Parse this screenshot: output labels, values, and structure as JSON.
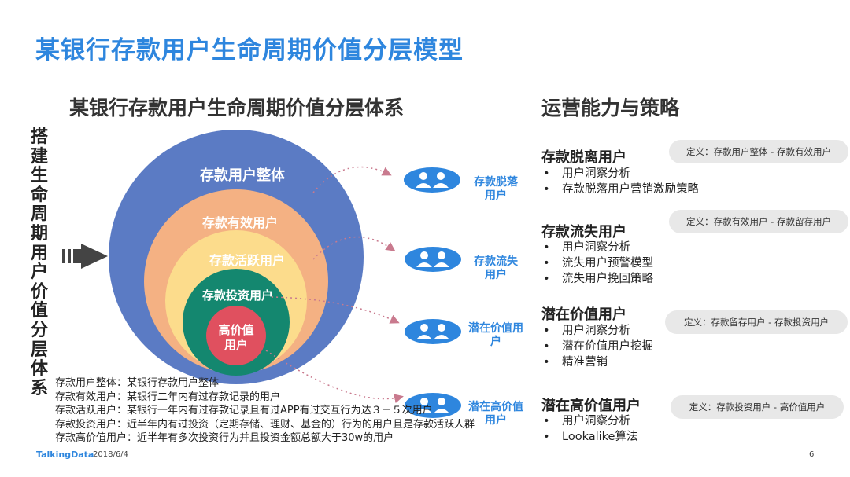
{
  "title": "某银行存款用户生命周期价值分层模型",
  "left_heading": "某银行存款用户生命周期价值分层体系",
  "right_heading": "运营能力与策略",
  "vertical_label": "搭建生命周期用户价值分层体系",
  "circles": [
    {
      "label": "存款用户整体",
      "color": "#5b7bc4"
    },
    {
      "label": "存款有效用户",
      "color": "#f4b183"
    },
    {
      "label": "存款活跃用户",
      "color": "#fcdc8c"
    },
    {
      "label": "存款投资用户",
      "color": "#14876f"
    },
    {
      "label": "高价值",
      "label2": "用户",
      "color": "#e0505f"
    }
  ],
  "segments": [
    {
      "line1": "存款脱落",
      "line2": "用户"
    },
    {
      "line1": "存款流失",
      "line2": "用户"
    },
    {
      "line1": "潜在价值用",
      "line2": "户"
    },
    {
      "line1": "潜在高价值",
      "line2": "用户"
    }
  ],
  "strategies": [
    {
      "title": "存款脱离用户",
      "definition": "定义：存款用户整体 - 存款有效用户",
      "items": [
        "用户洞察分析",
        "存款脱落用户营销激励策略"
      ]
    },
    {
      "title": "存款流失用户",
      "definition": "定义：存款有效用户 - 存款留存用户",
      "items": [
        "用户洞察分析",
        "流失用户预警模型",
        "流失用户挽回策略"
      ]
    },
    {
      "title": "潜在价值用户",
      "definition": "定义：存款留存用户 - 存款投资用户",
      "items": [
        "用户洞察分析",
        "潜在价值用户挖掘",
        "精准营销"
      ]
    },
    {
      "title": "潜在高价值用户",
      "definition": "定义：存款投资用户 - 高价值用户",
      "items": [
        "用户洞察分析",
        "Lookalike算法"
      ]
    }
  ],
  "definitions": [
    "存款用户整体：某银行存款用户整体",
    "存款有效用户：某银行二年内有过存款记录的用户",
    "存款活跃用户：某银行一年内有过存款记录且有过APP有过交互行为达３－５次用户",
    "存款投资用户：近半年内有过投资（定期存储、理财、基金的）行为的用户且是存款活跃人群",
    "存款高价值用户：近半年有多次投资行为并且投资金额总额大于30w的用户"
  ],
  "footer": {
    "logo": "TalkingData",
    "date": "2018/6/4",
    "page": "6"
  },
  "colors": {
    "accent": "#2e86de",
    "arrow": "#444444",
    "dotted": "#c97a8e",
    "person_icon": "#2e86de"
  }
}
